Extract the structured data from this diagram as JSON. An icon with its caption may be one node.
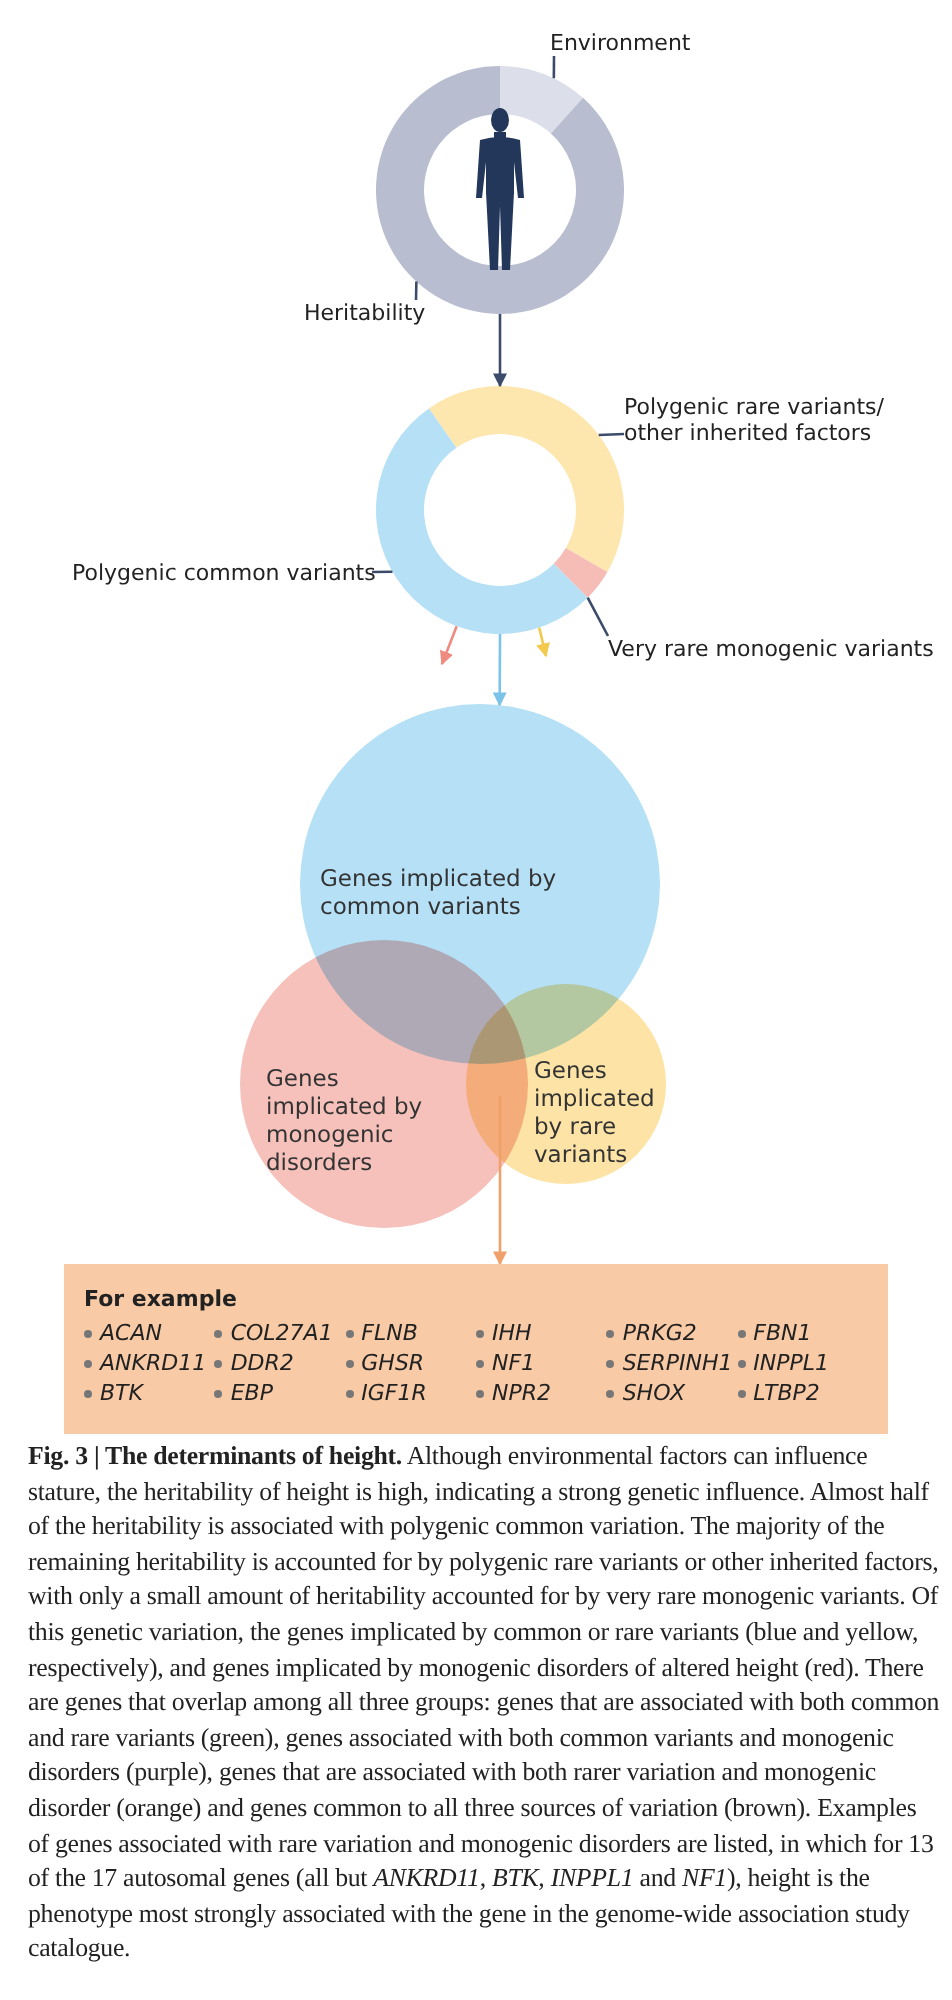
{
  "diagram": {
    "nodes": [
      {
        "text": [
          "Environment"
        ]
      },
      {
        "text": [],
        "shape": "circle"
      },
      {
        "text": [
          "Heritability"
        ]
      },
      {
        "text": [],
        "shape": "circle"
      },
      {
        "text": [
          "Polygenic rare variants/ other inherited factors"
        ]
      },
      {
        "text": [
          "Polygenic common variants"
        ]
      },
      {
        "text": [
          "Very rare monogenic variants"
        ]
      },
      {
        "text": [
          "Genes implicated by common variants"
        ]
      },
      {
        "text": [
          "Genes implicated by monogenic disorders"
        ]
      },
      {
        "text": [
          "Genes implicated by rare variants"
        ]
      },
      {
        "text": [
          "For example",
          "ACAN",
          "ANKRD11",
          "BTK",
          "COL27A1",
          "DDR2",
          "EBP",
          "FLNB",
          "GHSR",
          "IGF1R",
          "IHH",
          "NF1",
          "NPR2",
          "PRKG2",
          "SERPINH1",
          "SHOX",
          "FBN1",
          "INPPL1",
          "LTBP2"
        ]
      }
    ],
    "edges": [
      {
        "from": 0,
        "to": 1,
        "arrow": "none"
      },
      {
        "from": 2,
        "to": 1,
        "arrow": "none"
      },
      {
        "from": 1,
        "to": 3,
        "arrow": "to"
      },
      {
        "from": 4,
        "to": 3,
        "arrow": "none"
      },
      {
        "from": 5,
        "to": 3,
        "arrow": "none"
      },
      {
        "from": 6,
        "to": 3,
        "arrow": "none"
      },
      {
        "from": 3,
        "to": null,
        "arrow": "to",
        "color": "#ee8a80"
      },
      {
        "from": 3,
        "to": 7,
        "arrow": "to",
        "color": "#7cc3ea"
      },
      {
        "from": 3,
        "to": null,
        "arrow": "to",
        "color": "#f2c94c"
      },
      {
        "from": 9,
        "to": 10,
        "arrow": "to",
        "color": "#f0a06a"
      },
      {
        "from": 8,
        "to": 10,
        "arrow": "to",
        "color": "#f0a06a"
      }
    ],
    "caption": "**Fig. 3 | The determinants of height.** Although environmental factors can influence stature, the heritability of height is high, indicating a strong genetic influence. Almost half of the heritability is associated with polygenic common variation. The majority of the remaining heritability is accounted for by polygenic rare variants or other inherited factors, with only a small amount of heritability accounted for by very rare monogenic variants. Of this genetic variation, the genes implicated by common or rare variants (blue and yellow, respectively), and genes implicated by monogenic disorders of altered height (red). There are genes that overlap among all three groups: genes that are associated with both common and rare variants (green), genes associated with both common variants and monogenic disorders (purple), genes that are associated with both rarer variation and monogenic disorder (orange) and genes common to all three sources of variation (brown). Examples of genes associated with rare variation and monogenic disorders are listed, in which for 13 of the 17 autosomal genes (all but *ANKRD11*, *BTK*, *INPPL1* and *NF1*), height is the phenotype most strongly associated with the gene in the genome-wide association study catalogue."
  }
}
